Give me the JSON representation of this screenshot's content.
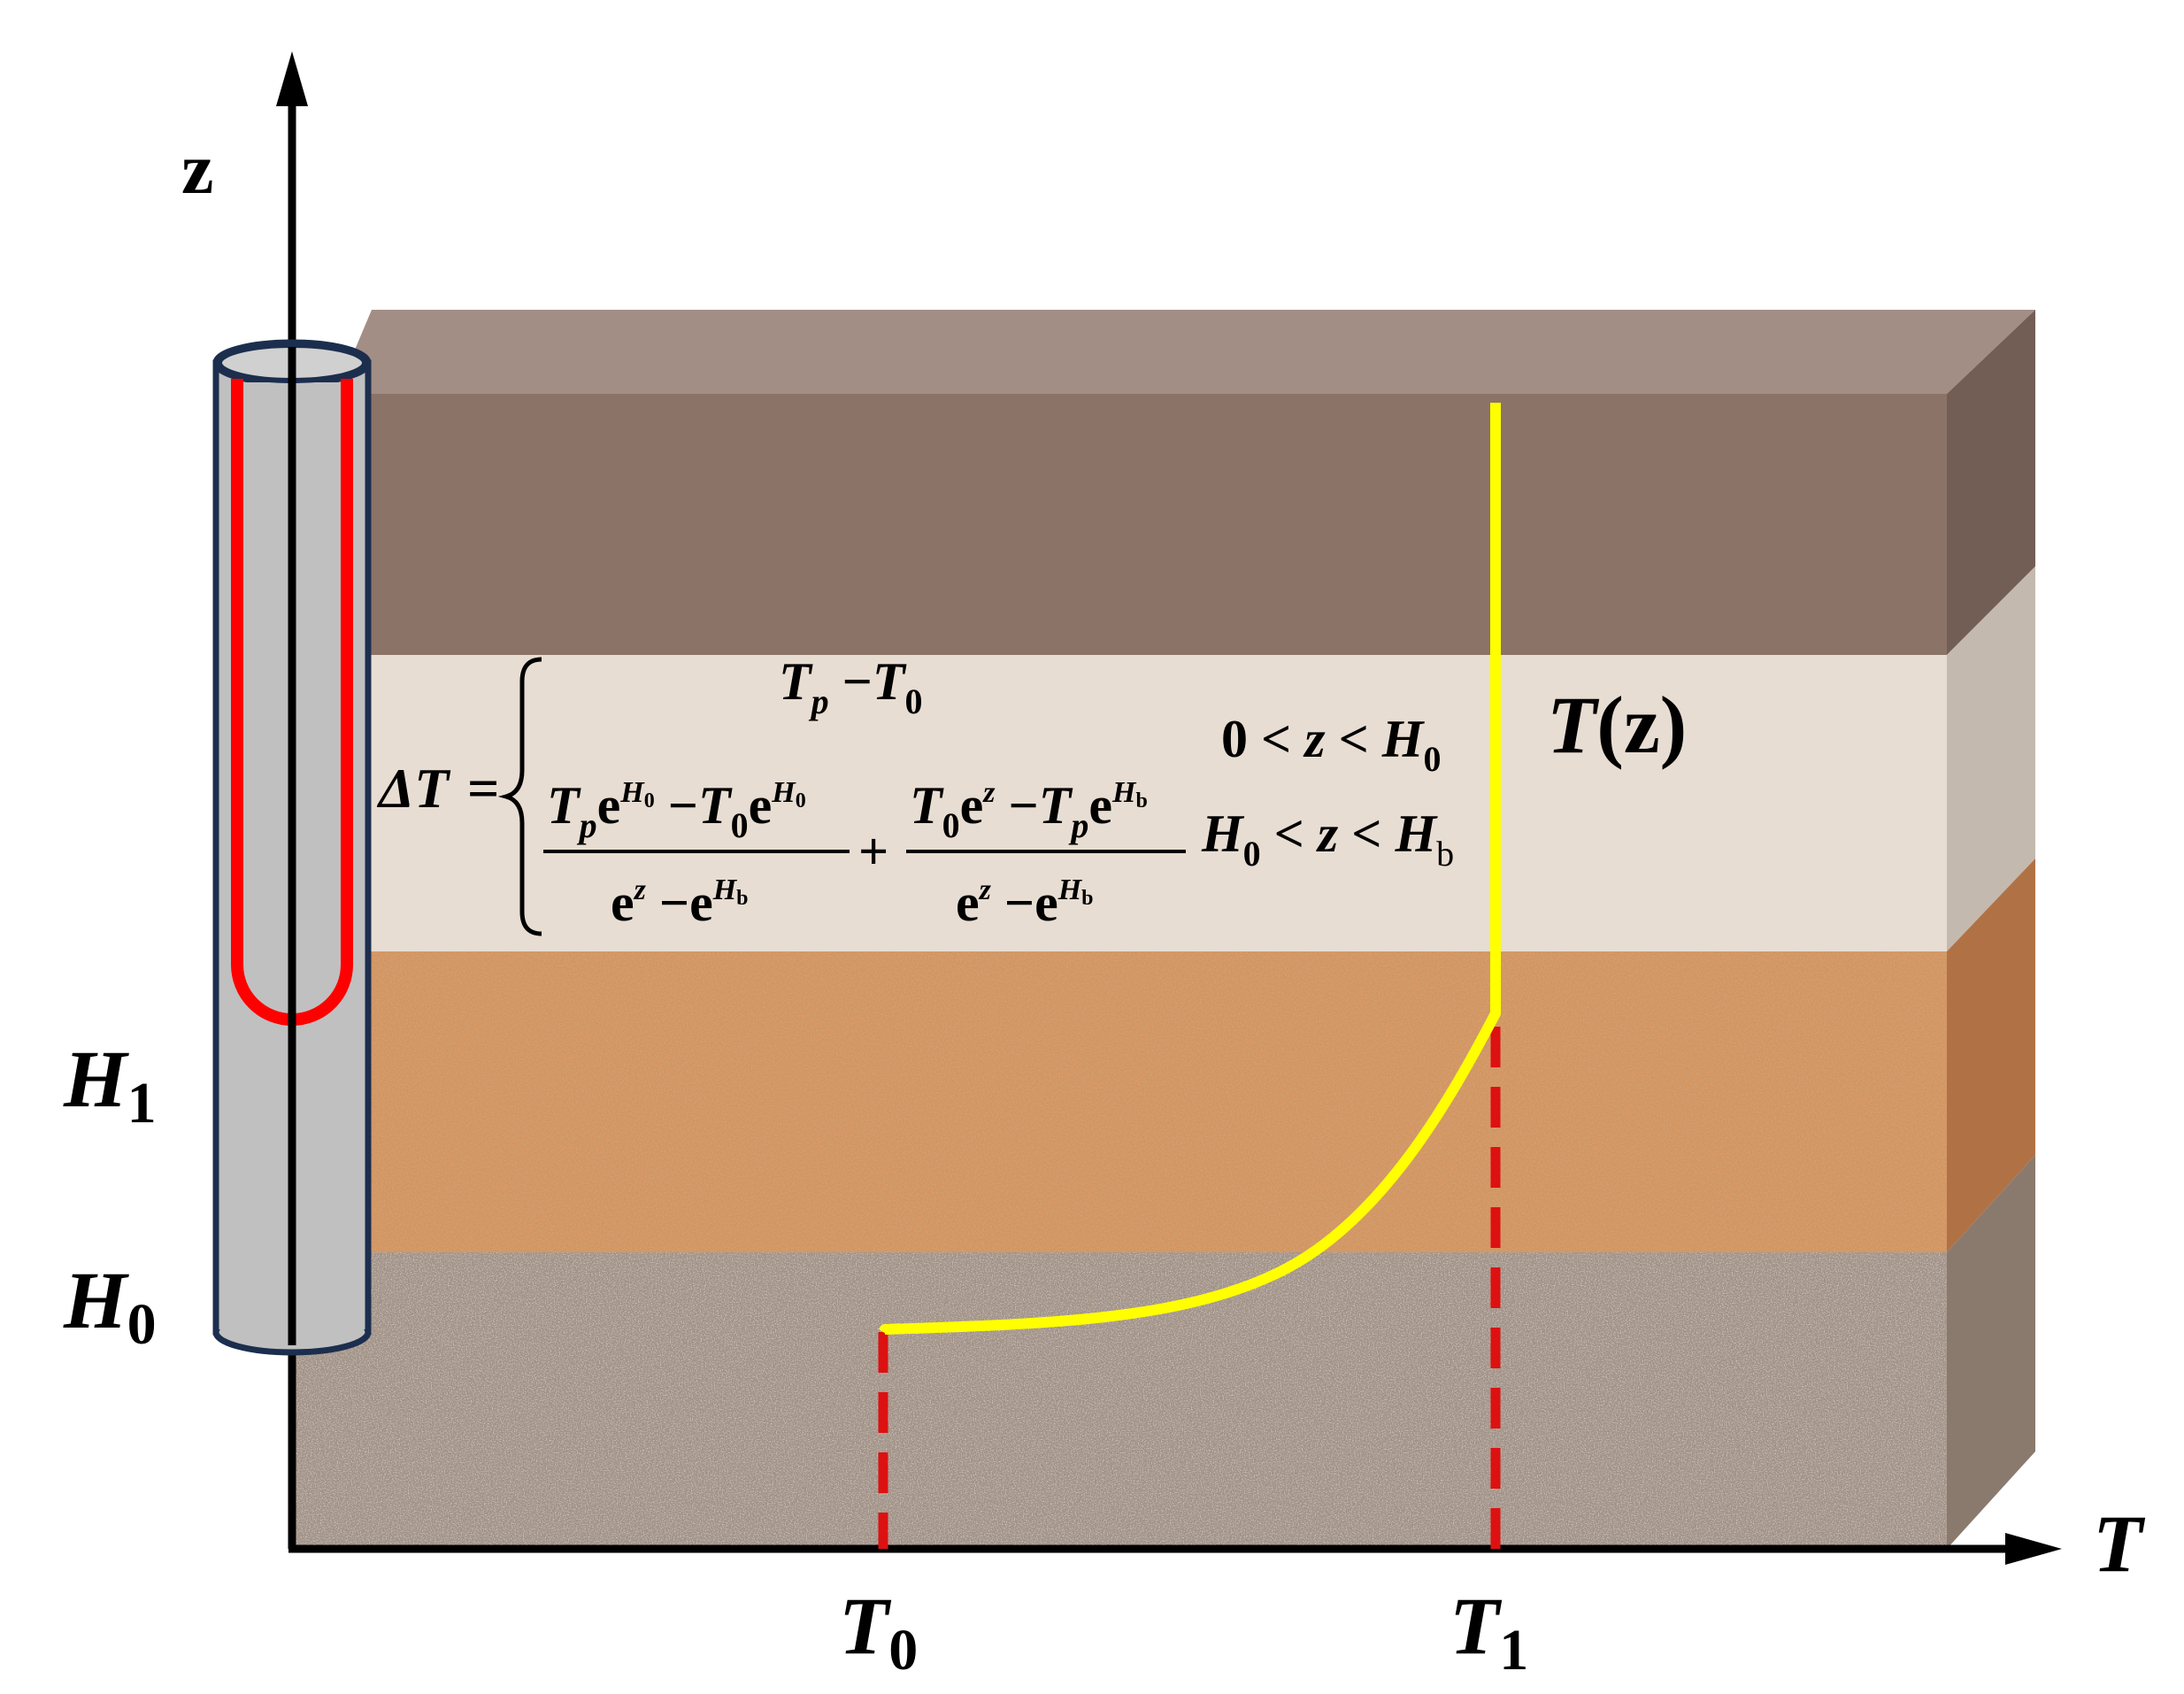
{
  "axes": {
    "z_label": "z",
    "t_label": "T"
  },
  "depth_labels": {
    "h1_main": "H",
    "h1_sub": "1",
    "h0_main": "H",
    "h0_sub": "0"
  },
  "temp_labels": {
    "t0_main": "T",
    "t0_sub": "0",
    "t1_main": "T",
    "t1_sub": "1"
  },
  "curve_label": {
    "t": "T",
    "z": "(z)"
  },
  "equation": {
    "delta_t": "ΔT =",
    "case1_expr": "Tp − T0",
    "case1_cond": "0 < z < H0",
    "case2_expr": "(Tp e^H0 − T0 e^H0)/(e^z − e^Hb) + (T0 e^z − Tp e^Hb)/(e^z − e^Hb)",
    "case2_cond": "H0 < z < Hb"
  },
  "colors": {
    "layer_top": "#8B7368",
    "layer_top_face": "#A38E85",
    "layer_top_side": "#735E56",
    "layer_light": "#E8DDD2",
    "layer_light_side": "#C4B9AF",
    "layer_sand": "#D4945F",
    "layer_gravel": "#A49488",
    "curve": "#FFFF00",
    "pipe_loop": "#FF0000",
    "pipe_outline": "#1C2E4E",
    "pipe_fill": "#C0C0C0",
    "marker_dash": "#DD1111"
  }
}
